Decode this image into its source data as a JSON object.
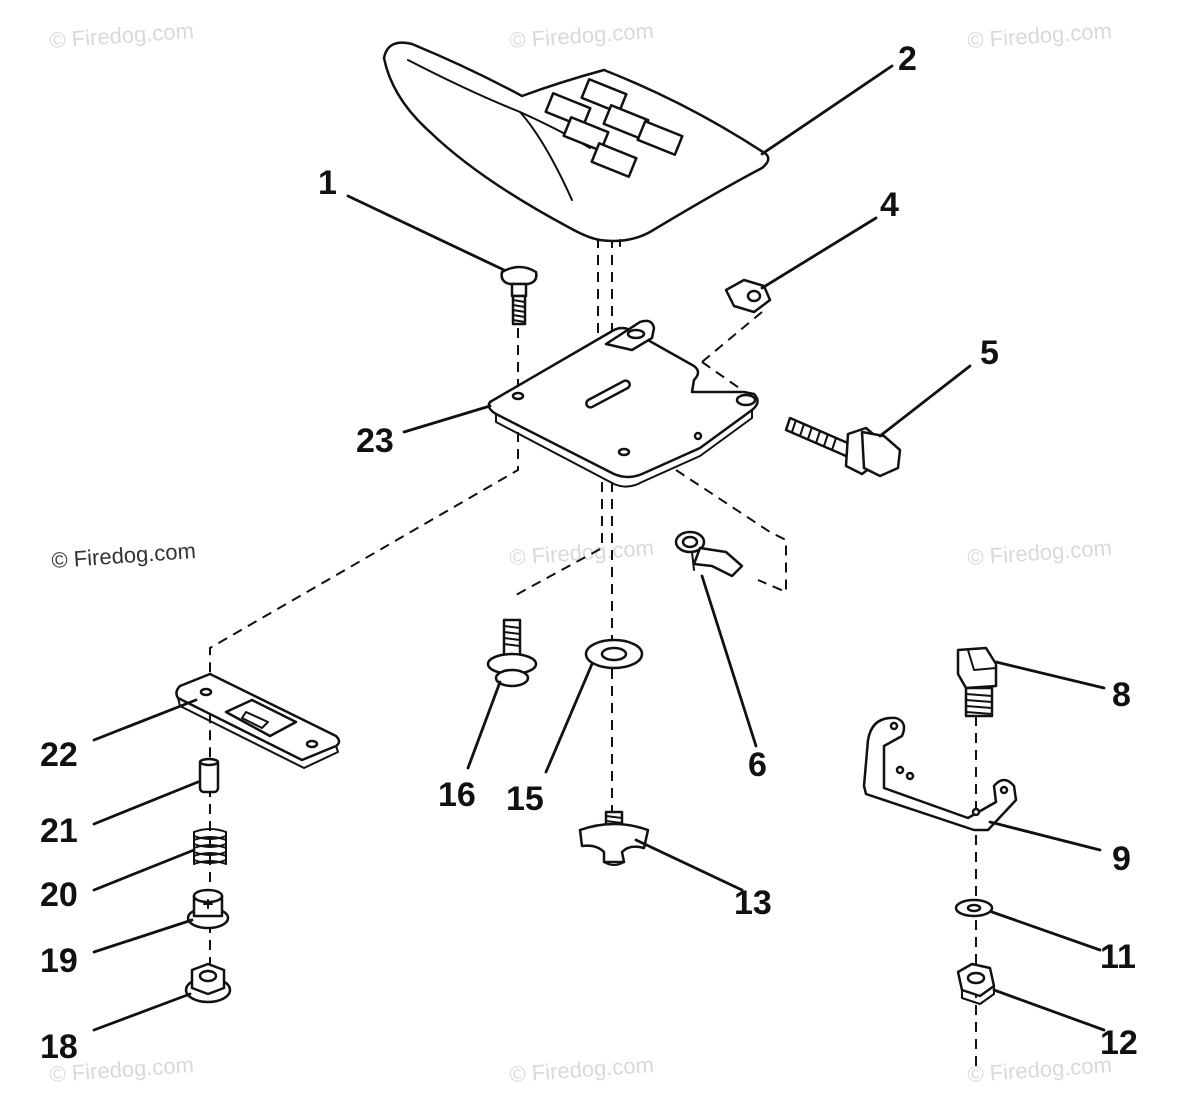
{
  "watermarks": {
    "w1": "© Firedog.com",
    "w2": "© Firedog.com",
    "w3": "© Firedog.com",
    "w4": "© Firedog.com",
    "w5": "© Firedog.com",
    "w6": "© Firedog.com",
    "w7": "© Firedog.com",
    "w8": "© Firedog.com",
    "w9": "© Firedog.com"
  },
  "callouts": {
    "c1": "1",
    "c2": "2",
    "c4": "4",
    "c5": "5",
    "c6": "6",
    "c8": "8",
    "c9": "9",
    "c11": "11",
    "c12": "12",
    "c13": "13",
    "c15": "15",
    "c16": "16",
    "c18": "18",
    "c19": "19",
    "c20": "20",
    "c21": "21",
    "c22": "22",
    "c23": "23"
  }
}
